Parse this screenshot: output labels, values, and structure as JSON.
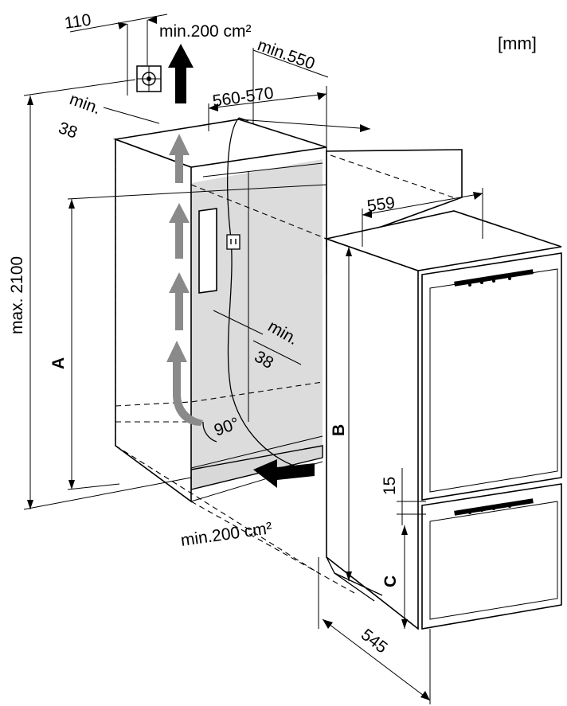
{
  "units_label": "[mm]",
  "labels": {
    "vent_offset": "110",
    "vent_top_area": "min.200 cm²",
    "depth_min": "min.550",
    "niche_width": "560-570",
    "top_gap_min": "min.",
    "top_gap_value": "38",
    "max_height": "max. 2100",
    "appliance_width": "559",
    "dim_a": "A",
    "side_gap_min": "min.",
    "side_gap_value": "38",
    "angle": "90°",
    "dim_b": "B",
    "gap_15": "15",
    "vent_bottom_area": "min.200 cm²",
    "dim_c": "C",
    "appliance_depth": "545"
  },
  "colors": {
    "line": "#000000",
    "niche_fill": "#dcdcdc",
    "airflow_arrow": "#8a8a8a",
    "vent_arrow": "#000000"
  },
  "icons": [
    "ventilation-grille-icon",
    "power-socket-icon",
    "airflow-arrow-icon"
  ]
}
